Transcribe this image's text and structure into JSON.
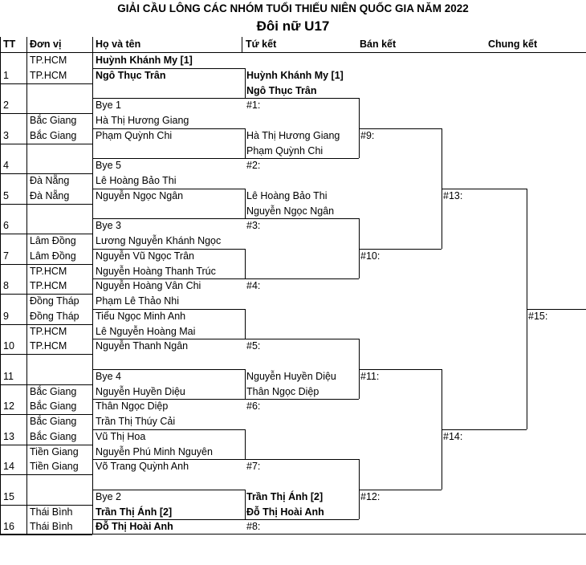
{
  "title": "GIẢI CẦU LÔNG CÁC NHÓM TUỔI THIẾU NIÊN QUỐC GIA NĂM 2022",
  "subtitle": "Đôi nữ U17",
  "headers": {
    "tt": "TT",
    "don_vi": "Đơn vị",
    "ho_ten": "Họ và tên",
    "tu_ket": "Tứ kết",
    "ban_ket": "Bán kết",
    "chung_ket": "Chung kết"
  },
  "entries": [
    {
      "tt": "1",
      "units": [
        "TP.HCM",
        "TP.HCM"
      ],
      "names": [
        "Huỳnh Khánh My [1]",
        "Ngô Thục Trân"
      ],
      "bold": true
    },
    {
      "tt": "2",
      "units": [
        "",
        ""
      ],
      "names": [
        "",
        "Bye 1"
      ],
      "bold": false
    },
    {
      "tt": "3",
      "units": [
        "Bắc Giang",
        "Bắc Giang"
      ],
      "names": [
        "Hà Thị Hương Giang",
        "Phạm Quỳnh Chi"
      ],
      "bold": false
    },
    {
      "tt": "4",
      "units": [
        "",
        ""
      ],
      "names": [
        "",
        "Bye 5"
      ],
      "bold": false
    },
    {
      "tt": "5",
      "units": [
        "Đà Nẵng",
        "Đà Nẵng"
      ],
      "names": [
        "Lê Hoàng Bảo Thi",
        "Nguyễn Ngọc Ngân"
      ],
      "bold": false
    },
    {
      "tt": "6",
      "units": [
        "",
        ""
      ],
      "names": [
        "",
        "Bye 3"
      ],
      "bold": false
    },
    {
      "tt": "7",
      "units": [
        "Lâm Đồng",
        "Lâm Đồng"
      ],
      "names": [
        "Lương Nguyễn Khánh Ngọc",
        "Nguyễn Vũ Ngọc Trân"
      ],
      "bold": false
    },
    {
      "tt": "8",
      "units": [
        "TP.HCM",
        "TP.HCM"
      ],
      "names": [
        "Nguyễn Hoàng Thanh Trúc",
        "Nguyễn Hoàng Vân Chi"
      ],
      "bold": false
    },
    {
      "tt": "9",
      "units": [
        "Đồng Tháp",
        "Đồng Tháp"
      ],
      "names": [
        "Phạm Lê Thảo Nhi",
        "Tiểu Ngọc Minh Anh"
      ],
      "bold": false
    },
    {
      "tt": "10",
      "units": [
        "TP.HCM",
        "TP.HCM"
      ],
      "names": [
        "Lê Nguyễn Hoàng Mai",
        "Nguyễn Thanh Ngân"
      ],
      "bold": false
    },
    {
      "tt": "11",
      "units": [
        "",
        ""
      ],
      "names": [
        "",
        "Bye 4"
      ],
      "bold": false
    },
    {
      "tt": "12",
      "units": [
        "Bắc Giang",
        "Bắc Giang"
      ],
      "names": [
        "Nguyễn Huyền Diệu",
        "Thân Ngọc Diệp"
      ],
      "bold": false
    },
    {
      "tt": "13",
      "units": [
        "Bắc Giang",
        "Bắc Giang"
      ],
      "names": [
        "Trần Thị Thúy Cải",
        "Vũ Thị Hoa"
      ],
      "bold": false
    },
    {
      "tt": "14",
      "units": [
        "Tiền Giang",
        "Tiền Giang"
      ],
      "names": [
        "Nguyễn Phú Minh Nguyên",
        "Võ Trang Quỳnh Anh"
      ],
      "bold": false
    },
    {
      "tt": "15",
      "units": [
        "",
        ""
      ],
      "names": [
        "",
        "Bye 2"
      ],
      "bold": false
    },
    {
      "tt": "16",
      "units": [
        "Thái Bình",
        "Thái Bình"
      ],
      "names": [
        "Trần Thị Ánh [2]",
        "Đỗ Thị Hoài Anh"
      ],
      "bold": true
    }
  ],
  "quarterfinals": [
    {
      "label": "#1:",
      "names": [
        "Huỳnh Khánh My [1]",
        "Ngô Thục Trân"
      ],
      "bold": true
    },
    {
      "label": "#2:",
      "names": [
        "Hà Thị Hương Giang",
        "Phạm Quỳnh Chi"
      ],
      "bold": false
    },
    {
      "label": "#3:",
      "names": [
        "Lê Hoàng Bảo Thi",
        "Nguyễn Ngọc Ngân"
      ],
      "bold": false
    },
    {
      "label": "#4:",
      "names": [
        "",
        ""
      ],
      "bold": false
    },
    {
      "label": "#5:",
      "names": [
        "",
        ""
      ],
      "bold": false
    },
    {
      "label": "#6:",
      "names": [
        "Nguyễn Huyền Diệu",
        "Thân Ngọc Diệp"
      ],
      "bold": false
    },
    {
      "label": "#7:",
      "names": [
        "",
        ""
      ],
      "bold": false
    },
    {
      "label": "#8:",
      "names": [
        "Trần Thị Ánh [2]",
        "Đỗ Thị Hoài Anh"
      ],
      "bold": true
    }
  ],
  "semifinals": [
    "#9:",
    "#10:",
    "#11:",
    "#12:"
  ],
  "finals_round": [
    "#13:",
    "#14:"
  ],
  "final": "#15:"
}
